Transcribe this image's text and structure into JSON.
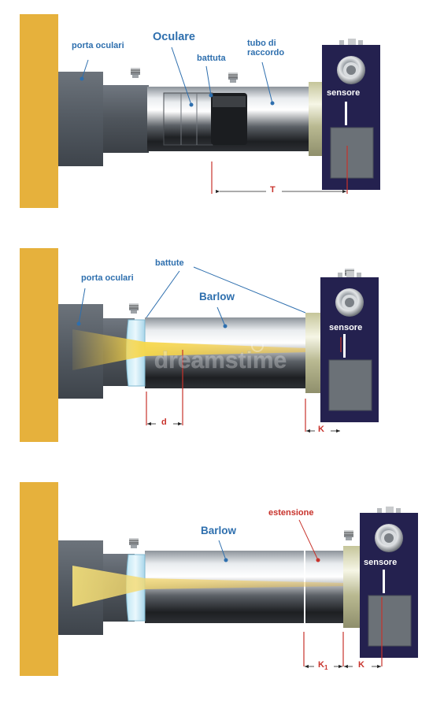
{
  "panels": {
    "top": {
      "eyepiece_holder": "porta oculari",
      "eyepiece": "Oculare",
      "stop": "battuta",
      "adapter_tube": "tubo di\nraccordo",
      "sensor": "sensore",
      "distance": "T"
    },
    "middle": {
      "eyepiece_holder": "porta oculari",
      "stops": "battute",
      "barlow": "Barlow",
      "sensor": "sensore",
      "distance_d": "d",
      "distance_k": "K"
    },
    "bottom": {
      "barlow": "Barlow",
      "extension": "estensione",
      "sensor": "sensore",
      "distance_k1": "K",
      "distance_k1_sub": "1",
      "distance_k": "K"
    }
  },
  "watermark": "dreamstime",
  "colors": {
    "label_blue": "#2e6fae",
    "dimension_red": "#c8322b",
    "flange_gold": "#e6b13c",
    "sensor_navy": "#24214f"
  }
}
